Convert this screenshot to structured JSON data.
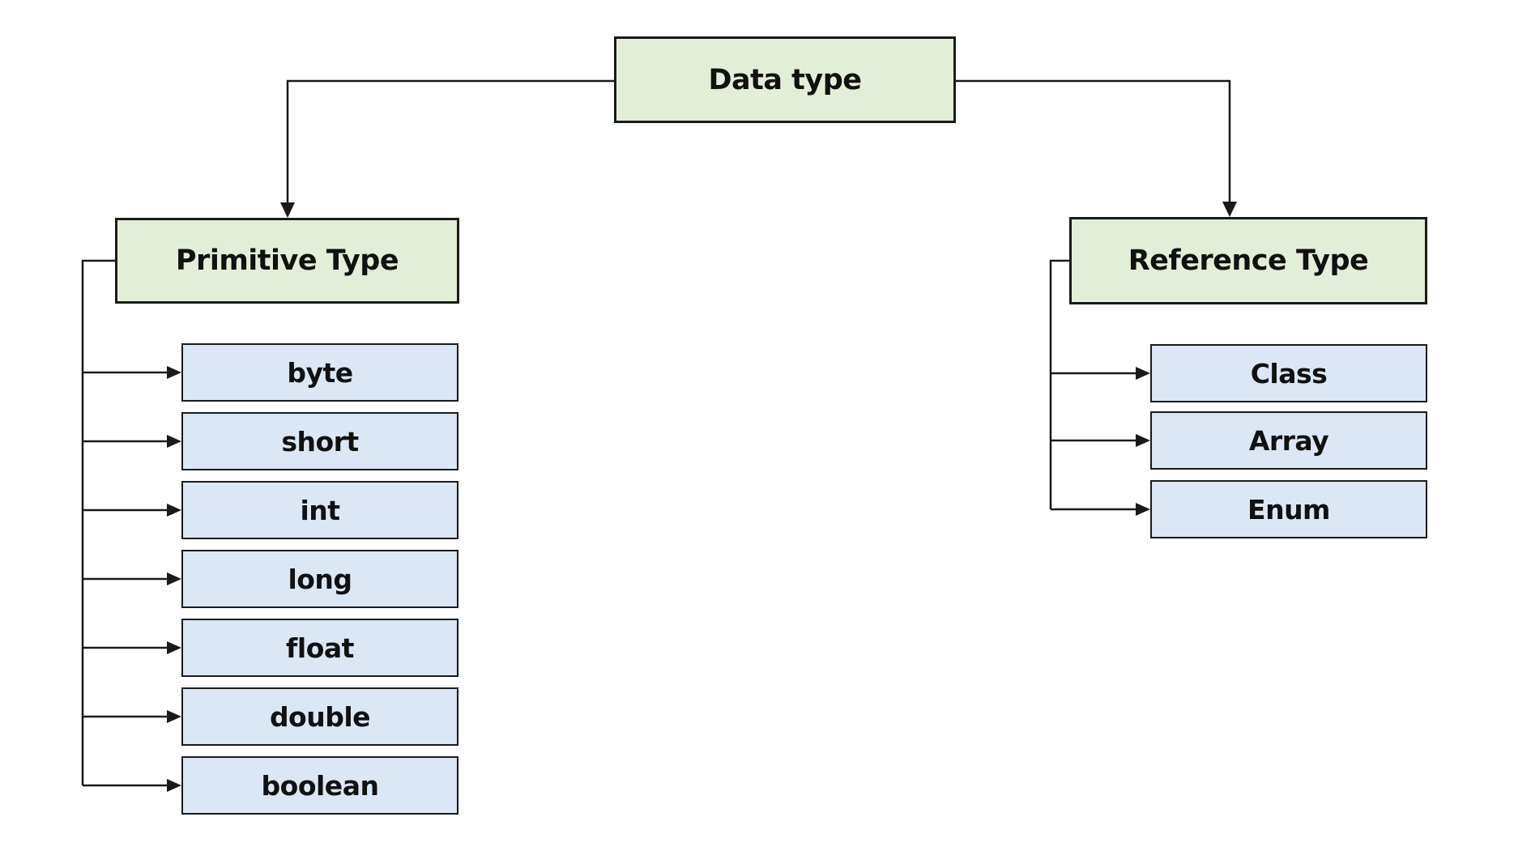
{
  "diagram": {
    "root": {
      "label": "Data type"
    },
    "primitive": {
      "label": "Primitive Type",
      "children": [
        {
          "label": "byte"
        },
        {
          "label": "short"
        },
        {
          "label": "int"
        },
        {
          "label": "long"
        },
        {
          "label": "float"
        },
        {
          "label": "double"
        },
        {
          "label": "boolean"
        }
      ]
    },
    "reference": {
      "label": "Reference Type",
      "children": [
        {
          "label": "Class"
        },
        {
          "label": "Array"
        },
        {
          "label": "Enum"
        }
      ]
    },
    "colors": {
      "parent_fill": "#e3eed9",
      "child_fill": "#dbe7f4",
      "line": "#1a1a1a",
      "background": "#ffffff"
    }
  }
}
